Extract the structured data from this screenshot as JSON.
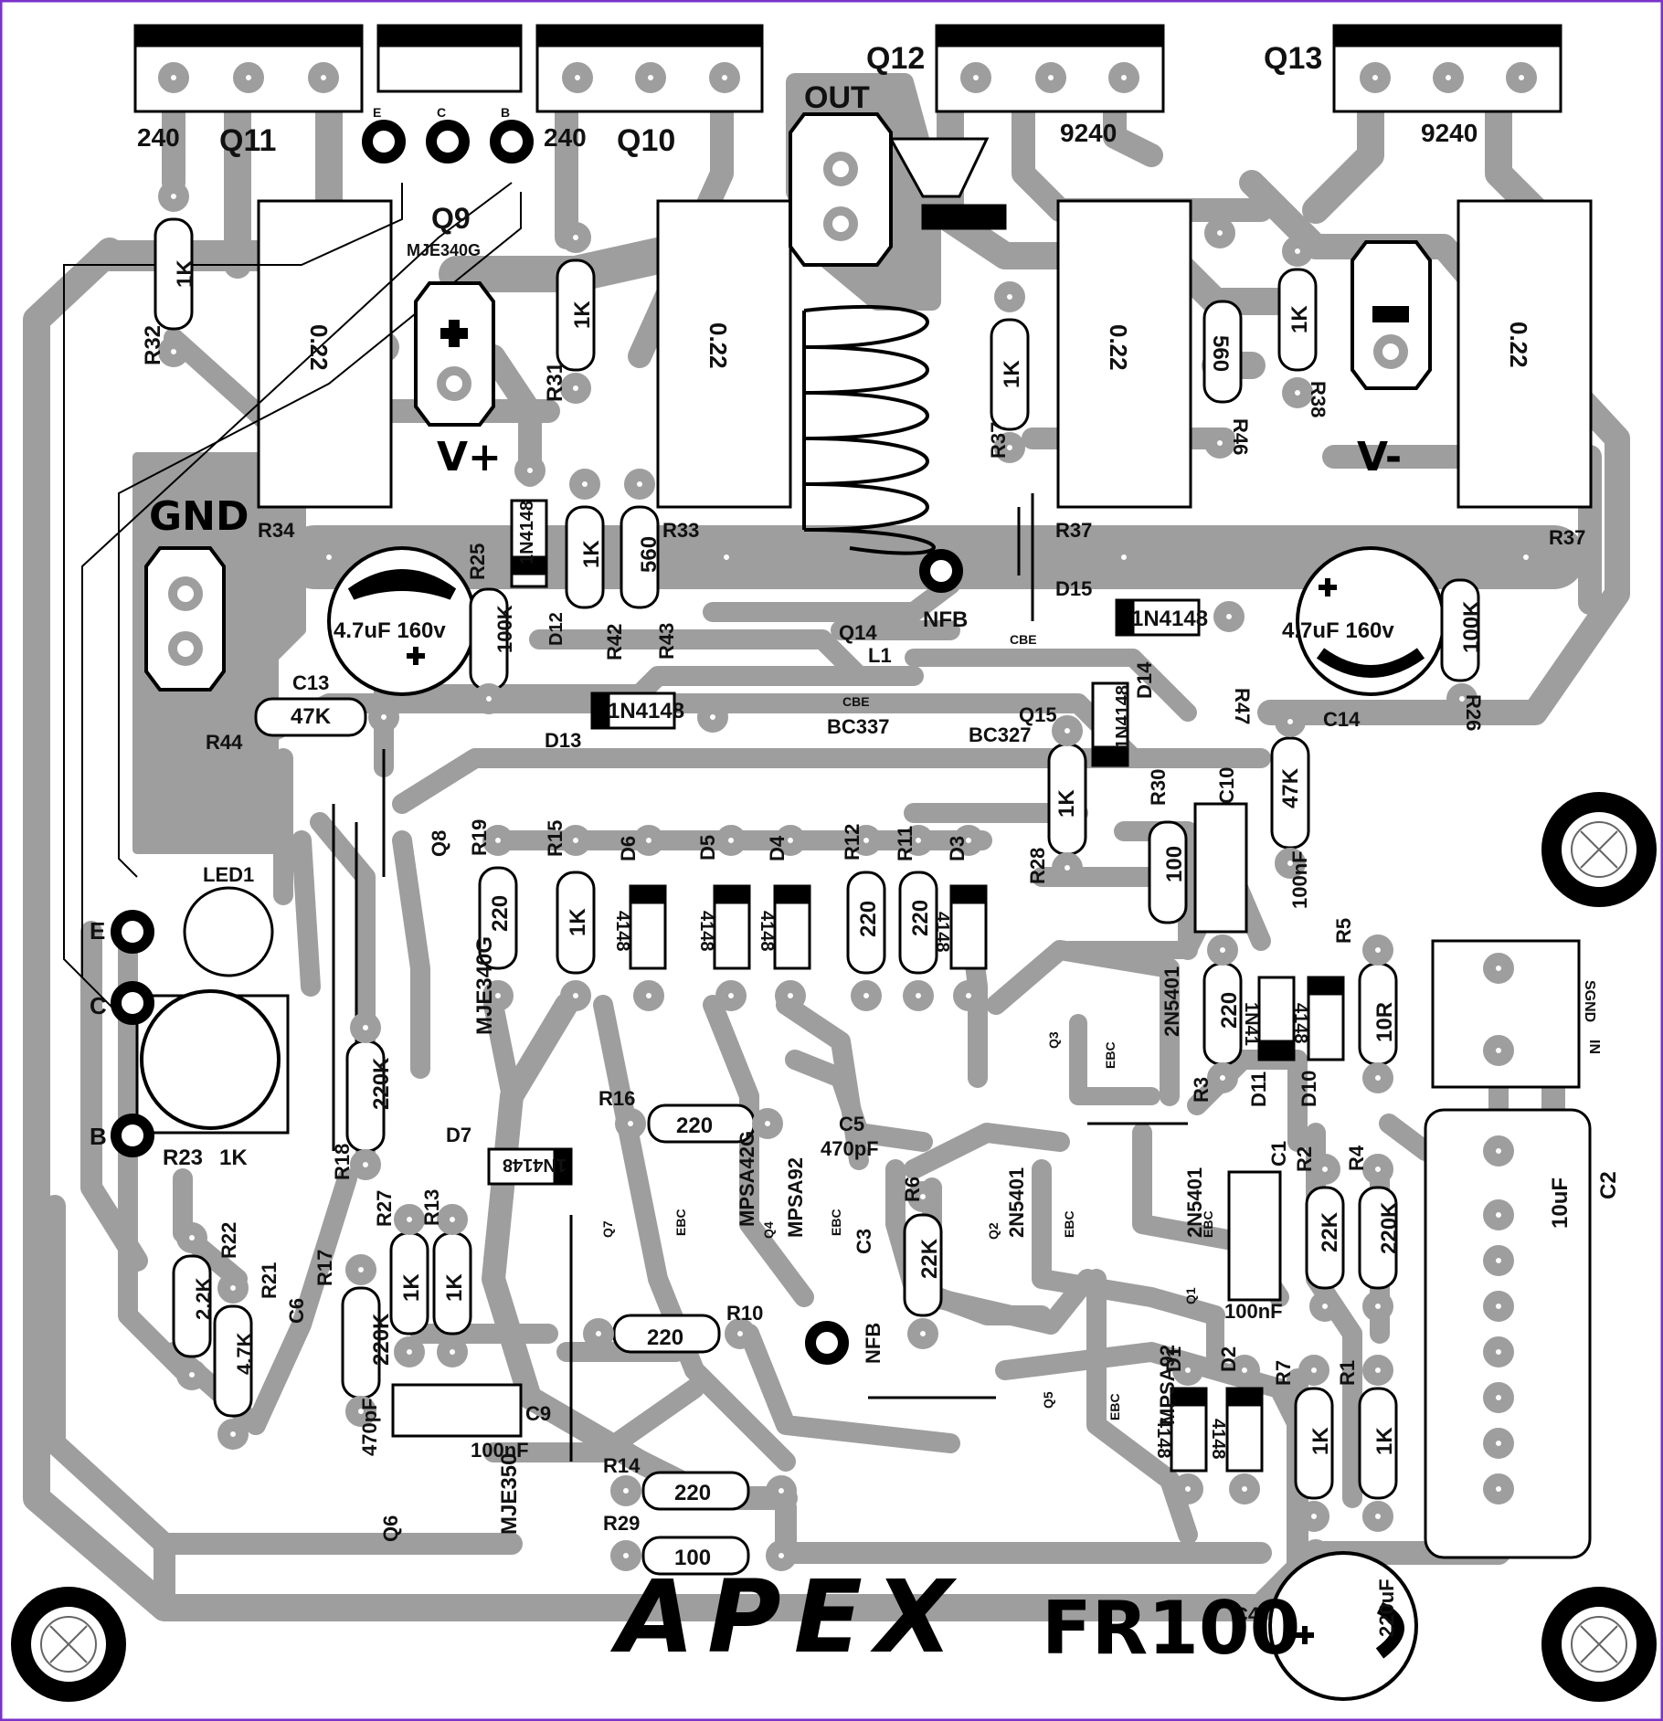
{
  "board": {
    "brand": "APEX",
    "model": "FR100",
    "colors": {
      "trace": "#9e9e9e",
      "silk": "#000000",
      "pad": "#ffffff",
      "border": "#7a33c9"
    }
  },
  "connectors": {
    "out": "OUT",
    "gnd": "GND",
    "vplus": "V+",
    "vminus": "V-",
    "nfb": "NFB",
    "sgnd": "SGND",
    "in": "IN",
    "led_e": "E",
    "led_c": "C",
    "led_b": "B",
    "q9_pins": [
      "E",
      "C",
      "B"
    ]
  },
  "transistors": {
    "q11": {
      "ref": "Q11",
      "part": "240"
    },
    "q10": {
      "ref": "Q10",
      "part": "240"
    },
    "q12": {
      "ref": "Q12",
      "part": "9240"
    },
    "q13": {
      "ref": "Q13",
      "part": "9240"
    },
    "q9": {
      "ref": "Q9",
      "part": "MJE340G"
    },
    "q14": {
      "ref": "Q14",
      "part": "BC337",
      "pins": "CBE"
    },
    "q15": {
      "ref": "Q15",
      "part": "BC327",
      "pins": "CBE"
    },
    "q8": {
      "ref": "Q8",
      "part": "MJE340G"
    },
    "q6": {
      "ref": "Q6",
      "part": "MJE350"
    },
    "q7": {
      "ref": "Q7",
      "part": "MPSA42G"
    },
    "q4": {
      "ref": "Q4",
      "part": "MPSA92"
    },
    "q3": {
      "ref": "Q3",
      "part": "2N5401"
    },
    "q2": {
      "ref": "Q2",
      "part": "2N5401"
    },
    "q1": {
      "ref": "Q1",
      "part": "2N5401"
    },
    "q5": {
      "ref": "Q5",
      "part": "MPSA92"
    },
    "ebc": "EBC",
    "ecb": "E C B"
  },
  "resistors": {
    "r32": {
      "ref": "R32",
      "value": "1K"
    },
    "r31": {
      "ref": "R31",
      "value": "1K"
    },
    "r34": {
      "ref": "R34",
      "value": "0.22"
    },
    "r33": {
      "ref": "R33",
      "value": "0.22"
    },
    "r37a": {
      "ref": "R37",
      "value": "1K"
    },
    "r37b": {
      "ref": "R37",
      "value": "0.22"
    },
    "r37c": {
      "ref": "R37",
      "value": "0.22"
    },
    "r46": {
      "ref": "R46",
      "value": "560"
    },
    "r38": {
      "ref": "R38",
      "value": "1K"
    },
    "r25": {
      "ref": "R25",
      "value": "100K"
    },
    "r42": {
      "ref": "R42",
      "value": "1K"
    },
    "r43": {
      "ref": "R43",
      "value": "560"
    },
    "r44": {
      "ref": "R44",
      "value": "47K"
    },
    "r26": {
      "ref": "R26",
      "value": "100K"
    },
    "r47": {
      "ref": "R47",
      "value": "47K"
    },
    "r30": {
      "ref": "R30",
      "value": "1K"
    },
    "r28": {
      "ref": "R28",
      "value": "100"
    },
    "r19": {
      "ref": "R19",
      "value": "220"
    },
    "r15": {
      "ref": "R15",
      "value": "1K"
    },
    "r12": {
      "ref": "R12",
      "value": "220"
    },
    "r11": {
      "ref": "R11",
      "value": "220"
    },
    "r5": {
      "ref": "R5",
      "value": "10R"
    },
    "r3": {
      "ref": "R3",
      "value": "220"
    },
    "r18": {
      "ref": "R18",
      "value": "220K"
    },
    "r16": {
      "ref": "R16",
      "value": "220"
    },
    "r27": {
      "ref": "R27",
      "value": "1K"
    },
    "r13": {
      "ref": "R13",
      "value": "1K"
    },
    "r6": {
      "ref": "R6",
      "value": "22K"
    },
    "r2": {
      "ref": "R2",
      "value": "22K"
    },
    "r4": {
      "ref": "R4",
      "value": "220K"
    },
    "r22": {
      "ref": "R22",
      "value": "2.2K"
    },
    "r21": {
      "ref": "R21",
      "value": "4.7K"
    },
    "r17": {
      "ref": "R17",
      "value": "220K"
    },
    "r10": {
      "ref": "R10",
      "value": "220"
    },
    "r14": {
      "ref": "R14",
      "value": "220"
    },
    "r29": {
      "ref": "R29",
      "value": "100"
    },
    "r7": {
      "ref": "R7",
      "value": "1K"
    },
    "r1": {
      "ref": "R1",
      "value": "1K"
    },
    "r23": {
      "ref": "R23",
      "value": "1K"
    }
  },
  "diodes": {
    "d12": "D12",
    "d13": "D13",
    "d14": "D14",
    "d15": "D15",
    "d6": "D6",
    "d5": "D5",
    "d4": "D4",
    "d3": "D3",
    "d7": "D7",
    "d11": "D11",
    "d10": "D10",
    "d1": "D1",
    "d2": "D2",
    "part_4148": "4148",
    "part_4148_full": "1N4148",
    "part_n4148": "N4148",
    "part_1n41": "1N41"
  },
  "capacitors": {
    "c13": {
      "ref": "C13",
      "value": "4.7uF 160v"
    },
    "c14": {
      "ref": "C14",
      "value": "4.7uF 160v"
    },
    "c10": {
      "ref": "C10",
      "value": "100nF"
    },
    "c5": {
      "ref": "C5",
      "value": "470pF"
    },
    "c3": {
      "ref": "C3"
    },
    "c1": {
      "ref": "C1",
      "value": "100nF"
    },
    "c2": {
      "ref": "C2",
      "value": "10uF"
    },
    "c6": {
      "ref": "C6",
      "value": "470pF"
    },
    "c9": {
      "ref": "C9",
      "value": "100nF"
    },
    "c4": {
      "ref": "C4",
      "value": "220uF"
    }
  },
  "misc": {
    "l1": "L1",
    "led1": "LED1"
  }
}
